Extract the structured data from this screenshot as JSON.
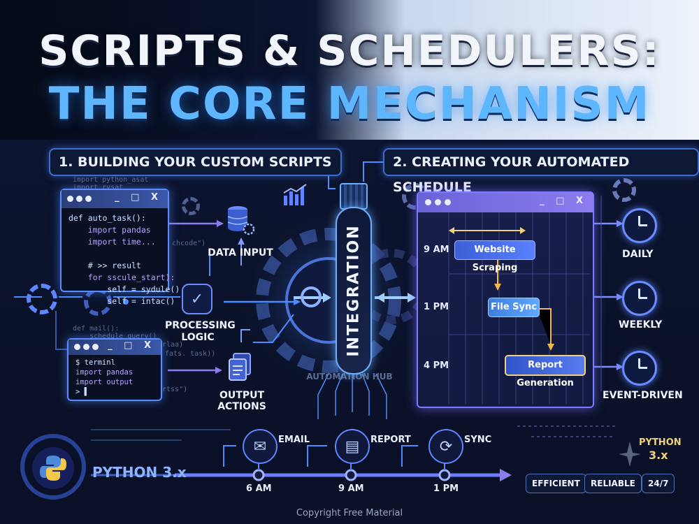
{
  "title": {
    "line1": "SCRIPTS & SCHEDULERS:",
    "line2": "THE CORE MECHANISM"
  },
  "sections": {
    "left": "1. BUILDING YOUR CUSTOM SCRIPTS",
    "right": "2. CREATING YOUR AUTOMATED SCHEDULE"
  },
  "code_window_1": {
    "ghost_lines": [
      "import python_asat",
      "import rvsat"
    ],
    "lines": [
      "def auto_task():",
      "    import pandas",
      "    import time...",
      "",
      "    # >> result",
      "    for sscule_start):",
      "        self = sydule()",
      "        self = intac()"
    ],
    "controls": "_ □ X",
    "side_fragment": "chcode\")"
  },
  "code_window_2": {
    "ghost_lines": [
      "def mail():",
      "    schedule_query()"
    ],
    "lines": [
      "$ terminl",
      "import pandas",
      "import output",
      "> ▌"
    ],
    "controls": "_ □ X",
    "side_fragments": [
      "rlaa)",
      "fats. task))",
      "rtss\")"
    ]
  },
  "nodes": {
    "data_input": "DATA INPUT",
    "processing": "PROCESSING LOGIC",
    "output": "OUTPUT ACTIONS",
    "hub_caption": "AUTOMATION HUB",
    "integration": "INTEGRATION"
  },
  "schedule": {
    "controls": "_ □ X",
    "times": [
      "9 AM",
      "1 PM",
      "4 PM"
    ],
    "tasks": [
      "Website Scraping",
      "File Sync",
      "Report Generation"
    ]
  },
  "frequencies": [
    "DAILY",
    "WEEKLY",
    "EVENT-DRIVEN"
  ],
  "bottom": {
    "python_label": "PYTHON 3.x",
    "steps": [
      "EMAIL",
      "REPORT",
      "SYNC"
    ],
    "ticks": [
      "6 AM",
      "9 AM",
      "1 PM"
    ],
    "python_badge": [
      "PYTHON",
      "3.x"
    ],
    "pills": [
      "EFFICIENT",
      "RELIABLE",
      "24/7"
    ]
  },
  "copyright": "Copyright Free Material",
  "colors": {
    "accent_blue": "#5eb6ff",
    "accent_purple": "#8c7cf0",
    "task_gold": "#f0d27a"
  }
}
